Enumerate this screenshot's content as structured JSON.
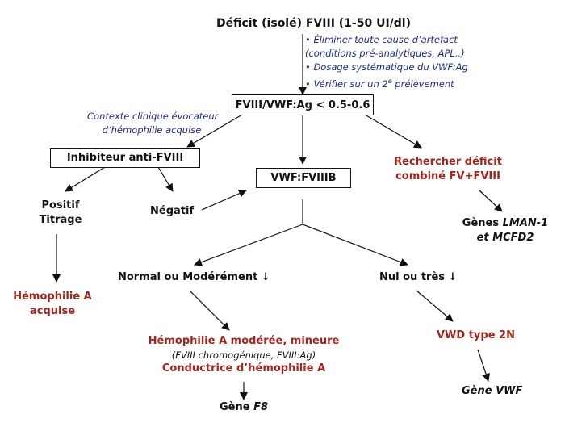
{
  "title": "Déficit (isolé) FVIII (1-50 UI/dl)",
  "notes_top": [
    "• Éliminer toute cause d’artefact",
    "(conditions pré-analytiques, APL..)",
    "• Dosage systématique du VWF:Ag",
    "• Vérifier sur un 2",
    "e",
    " prélèvement"
  ],
  "ratio_box": "FVIII/VWF:Ag < 0.5-0.6",
  "context_note": [
    "Contexte clinique évocateur",
    "d’hémophilie acquise"
  ],
  "inhibitor_box": "Inhibiteur anti-FVIII",
  "vwf_box": "VWF:FVIIIB",
  "combined_search": [
    "Rechercher déficit",
    "combiné FV+FVIII"
  ],
  "genes_lman": {
    "prefix": "Gènes ",
    "gene1": "LMAN-1",
    "joiner": "et ",
    "gene2": "MCFD2"
  },
  "positif": [
    "Positif",
    "Titrage"
  ],
  "negatif": "Négatif",
  "normal_mod": "Normal ou Modérément ↓",
  "nul": "Nul ou très ↓",
  "hemo_acquise": [
    "Hémophilie A",
    "acquise"
  ],
  "hemo_moderee": "Hémophilie A modérée, mineure",
  "hemo_moderee_detail": "(FVIII chromogénique, FVIII:Ag)",
  "conductrice": "Conductrice d’hémophilie A",
  "gene_f8": {
    "prefix": "Gène ",
    "gene": "F8"
  },
  "vwd": "VWD type 2N",
  "gene_vwf": "Gène VWF",
  "colors": {
    "red": "#a3251c",
    "blue": "#1a2a8c",
    "line": "#111111"
  }
}
